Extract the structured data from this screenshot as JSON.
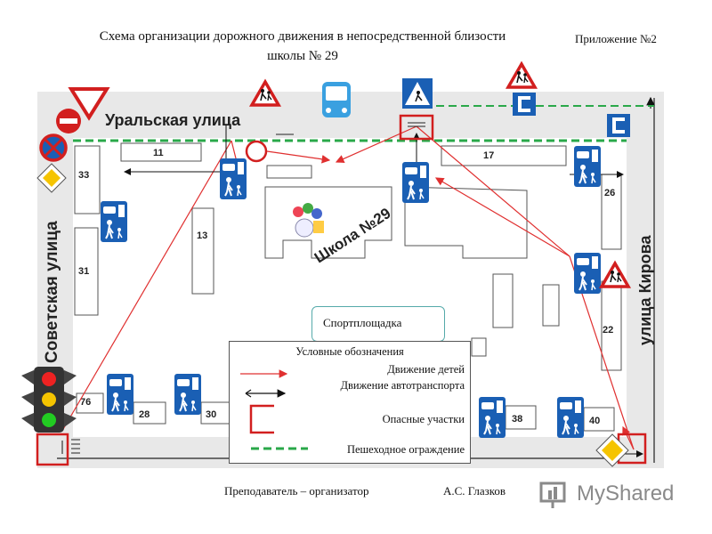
{
  "title_line1": "Схема организации дорожного движения в непосредственной близости",
  "title_line2": "школы № 29",
  "appendix": "Приложение №2",
  "streets": {
    "north": "Уральская улица",
    "west": "Советская улица",
    "east": "улица Кирова"
  },
  "school_label": "Школа №29",
  "sport_label": "Спортплощадка",
  "building_numbers": [
    "11",
    "17",
    "33",
    "13",
    "26",
    "31",
    "22",
    "76",
    "28",
    "30",
    "38",
    "40"
  ],
  "legend": {
    "title": "Условные обозначения",
    "children": "Движение детей",
    "vehicles": "Движение автотранспорта",
    "danger": "Опасные участки",
    "fence": "Пешеходное ограждение"
  },
  "footer": {
    "role": "Преподаватель – организатор",
    "name": "А.С. Глазков"
  },
  "watermark": "MyShared",
  "colors": {
    "sign_blue": "#1a5fb4",
    "danger_red": "#d21f1f",
    "fence_green": "#2aa84a",
    "child_route": "#e03030",
    "road_gray": "#e8e8e8"
  }
}
